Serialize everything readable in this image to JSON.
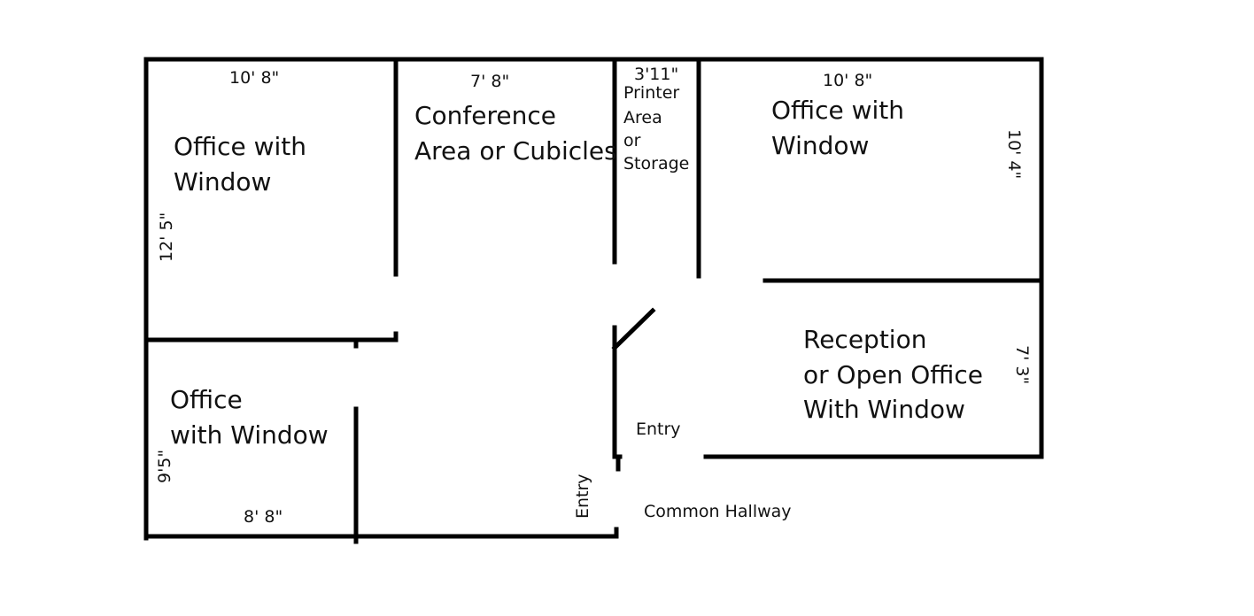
{
  "rooms": {
    "office_top_left": {
      "line1": "Office with",
      "line2": "Window"
    },
    "conference": {
      "line1": "Conference",
      "line2": "Area or Cubicles"
    },
    "printer": {
      "line1": "Printer",
      "line2": "Area",
      "line3": "or",
      "line4": "Storage"
    },
    "office_top_right": {
      "line1": "Office with",
      "line2": "Window"
    },
    "office_bottom_left": {
      "line1": "Office",
      "line2": "with Window"
    },
    "reception": {
      "line1": "Reception",
      "line2": "or Open Office",
      "line3": "With Window"
    }
  },
  "dimensions": {
    "top_left_width": "10' 8\"",
    "conference_width": "7' 8\"",
    "printer_width": "3'11\"",
    "top_right_width": "10' 8\"",
    "top_right_height": "10' 4\"",
    "top_left_height": "12' 5\"",
    "reception_height": "7' 3\"",
    "bottom_left_height": "9'5\"",
    "bottom_left_width": "8' 8\""
  },
  "labels": {
    "entry_inner": "Entry",
    "entry_side": "Entry",
    "common_hallway": "Common Hallway"
  }
}
